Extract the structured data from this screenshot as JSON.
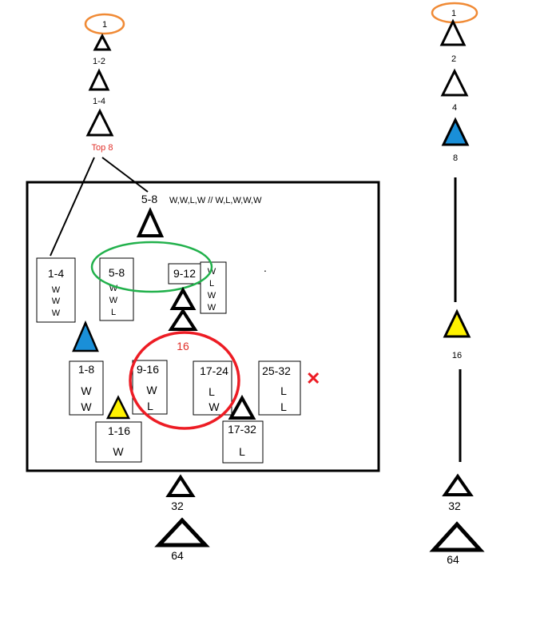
{
  "colors": {
    "orange": "#f08a35",
    "green": "#22b14c",
    "red": "#ed1c24",
    "blue": "#1a8fd8",
    "yellow": "#fff200",
    "black": "#000000"
  },
  "left_column": {
    "top_label": "1",
    "labels": [
      "1-2",
      "1-4",
      "Top 8"
    ],
    "header": "5-8",
    "header_results": "W,W,L,W // W,L,W,W,W",
    "label_16": "16",
    "label_32": "32",
    "label_64": "64",
    "boxes": [
      {
        "range": "1-4",
        "results": [
          "W",
          "W",
          "W"
        ]
      },
      {
        "range": "5-8",
        "results": [
          "W",
          "W",
          "L"
        ]
      },
      {
        "range": "9-12",
        "results": [
          "W",
          "L",
          "W",
          "W"
        ]
      },
      {
        "range": "1-8",
        "results": [
          "W",
          "W"
        ]
      },
      {
        "range": "9-16",
        "results": [
          "W",
          "L"
        ]
      },
      {
        "range": "17-24",
        "results": [
          "L",
          "W"
        ]
      },
      {
        "range": "25-32",
        "results": [
          "L",
          "L"
        ]
      },
      {
        "range": "1-16",
        "results": [
          "W"
        ]
      },
      {
        "range": "17-32",
        "results": [
          "L"
        ]
      }
    ],
    "eliminated_mark": "✕",
    "dot": "."
  },
  "right_column": {
    "top_label": "1",
    "labels": [
      "2",
      "4",
      "8",
      "16",
      "32",
      "64"
    ]
  }
}
